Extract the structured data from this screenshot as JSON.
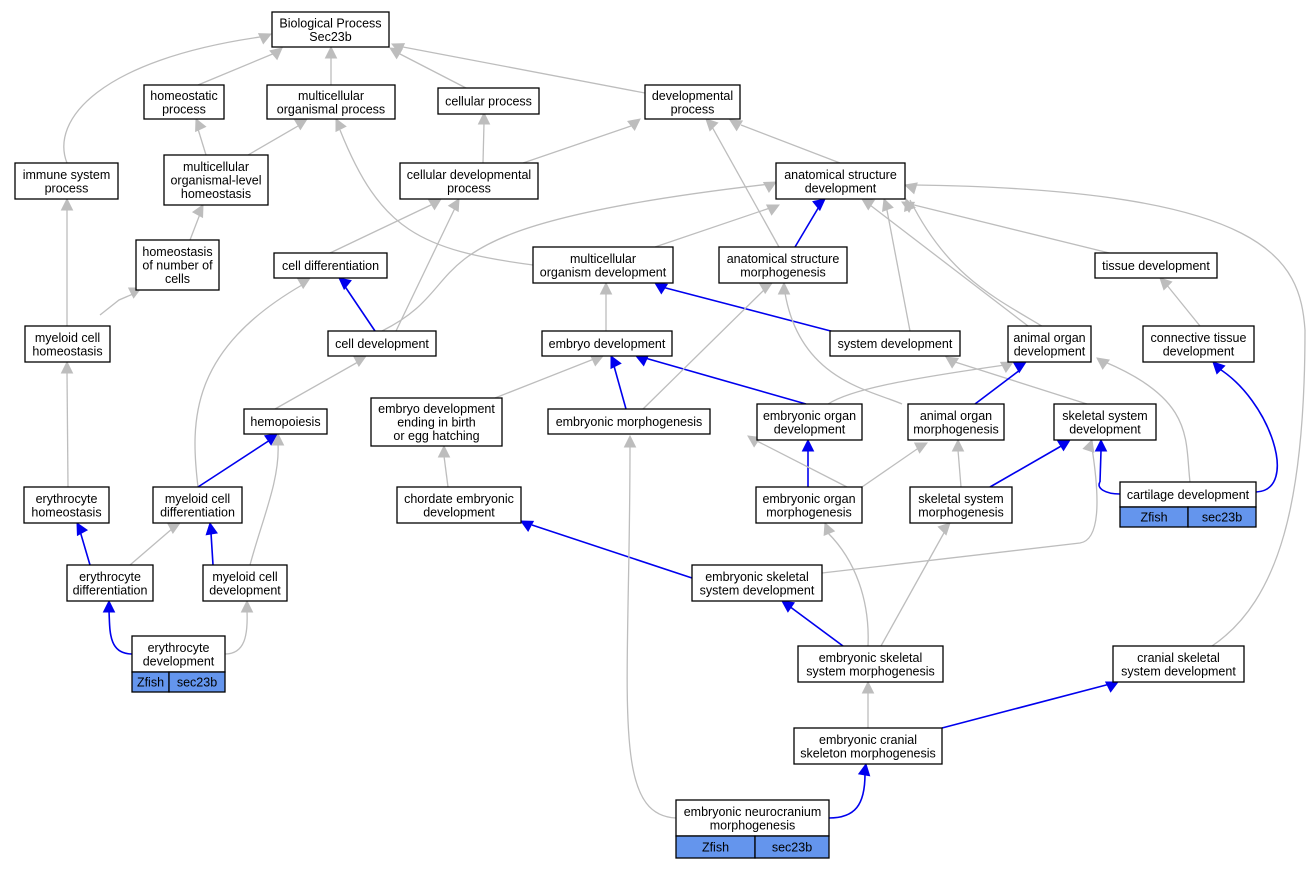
{
  "diagram": {
    "colors": {
      "grey_edge": "#bdbdbd",
      "blue_edge": "#0000ee",
      "tag_fill": "#6495ed"
    },
    "nodes": {
      "bp": {
        "lines": [
          "Biological Process",
          "Sec23b"
        ]
      },
      "homeostatic": {
        "lines": [
          "homeostatic",
          "process"
        ]
      },
      "mop": {
        "lines": [
          "multicellular",
          "organismal process"
        ]
      },
      "cellular": {
        "lines": [
          "cellular process"
        ]
      },
      "devproc": {
        "lines": [
          "developmental",
          "process"
        ]
      },
      "immune": {
        "lines": [
          "immune system",
          "process"
        ]
      },
      "molh": {
        "lines": [
          "multicellular",
          "organismal-level",
          "homeostasis"
        ]
      },
      "celldevproc": {
        "lines": [
          "cellular developmental",
          "process"
        ]
      },
      "asd": {
        "lines": [
          "anatomical structure",
          "development"
        ]
      },
      "honc": {
        "lines": [
          "homeostasis",
          "of number of",
          "cells"
        ]
      },
      "celldiff": {
        "lines": [
          "cell differentiation"
        ]
      },
      "mod": {
        "lines": [
          "multicellular",
          "organism development"
        ]
      },
      "asm": {
        "lines": [
          "anatomical structure",
          "morphogenesis"
        ]
      },
      "tissue": {
        "lines": [
          "tissue development"
        ]
      },
      "mch": {
        "lines": [
          "myeloid cell",
          "homeostasis"
        ]
      },
      "celldev": {
        "lines": [
          "cell development"
        ]
      },
      "embdev": {
        "lines": [
          "embryo development"
        ]
      },
      "sysdev": {
        "lines": [
          "system development"
        ]
      },
      "aod": {
        "lines": [
          "animal organ",
          "development"
        ]
      },
      "ctd": {
        "lines": [
          "connective tissue",
          "development"
        ]
      },
      "hemo": {
        "lines": [
          "hemopoiesis"
        ]
      },
      "edebe": {
        "lines": [
          "embryo development",
          "ending in birth",
          "or egg hatching"
        ]
      },
      "embmorph": {
        "lines": [
          "embryonic morphogenesis"
        ]
      },
      "eod": {
        "lines": [
          "embryonic organ",
          "development"
        ]
      },
      "aom": {
        "lines": [
          "animal organ",
          "morphogenesis"
        ]
      },
      "ssd": {
        "lines": [
          "skeletal system",
          "development"
        ]
      },
      "eryh": {
        "lines": [
          "erythrocyte",
          "homeostasis"
        ]
      },
      "mcd": {
        "lines": [
          "myeloid cell",
          "differentiation"
        ]
      },
      "ced": {
        "lines": [
          "chordate embryonic",
          "development"
        ]
      },
      "eom": {
        "lines": [
          "embryonic organ",
          "morphogenesis"
        ]
      },
      "ssm": {
        "lines": [
          "skeletal system",
          "morphogenesis"
        ]
      },
      "cartdev": {
        "lines": [
          "cartilage development"
        ],
        "tags": [
          "Zfish",
          "sec23b"
        ]
      },
      "erydiff": {
        "lines": [
          "erythrocyte",
          "differentiation"
        ]
      },
      "mcdev": {
        "lines": [
          "myeloid cell",
          "development"
        ]
      },
      "essd": {
        "lines": [
          "embryonic skeletal",
          "system development"
        ]
      },
      "erydev": {
        "lines": [
          "erythrocyte",
          "development"
        ],
        "tags": [
          "Zfish",
          "sec23b"
        ]
      },
      "essm": {
        "lines": [
          "embryonic skeletal",
          "system morphogenesis"
        ]
      },
      "csd": {
        "lines": [
          "cranial skeletal",
          "system development"
        ]
      },
      "ecsm": {
        "lines": [
          "embryonic cranial",
          "skeleton morphogenesis"
        ]
      },
      "enm": {
        "lines": [
          "embryonic neurocranium",
          "morphogenesis"
        ],
        "tags": [
          "Zfish",
          "sec23b"
        ]
      }
    }
  }
}
